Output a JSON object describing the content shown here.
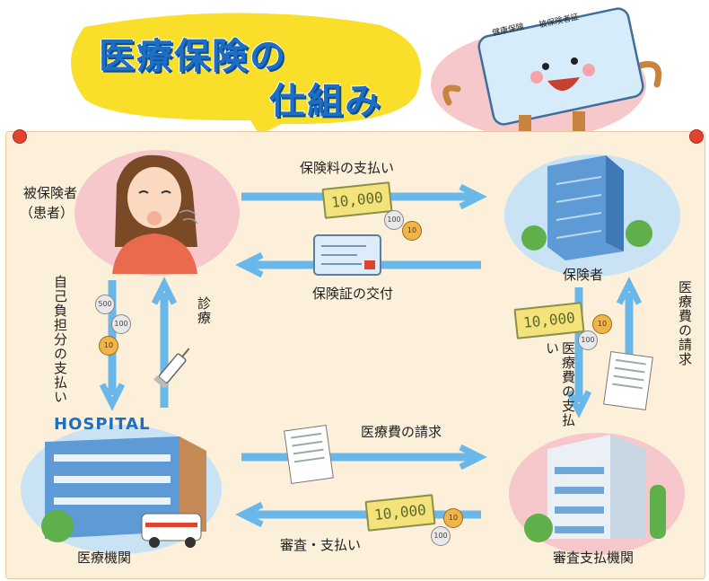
{
  "title": {
    "line1": "医療保険の",
    "line2": "仕組み"
  },
  "card": {
    "text_1": "健康保険",
    "text_2": "被保険者証"
  },
  "nodes": {
    "patient_line1": "被保険者",
    "patient_line2": "（患者）",
    "insurer": "保険者",
    "hospital_sign": "HOSPITAL",
    "medical_institution": "医療機関",
    "review_org": "審査支払機関"
  },
  "flows": {
    "premium_payment": "保険料の支払い",
    "card_issue": "保険証の交付",
    "copay": "自己負担分の支払い",
    "treatment": "診療",
    "claim_to_insurer": "医療費の請求",
    "payment_to_review": "医療費の支払い",
    "claim_to_review": "医療費の請求",
    "review_payment": "審査・支払い"
  },
  "money": {
    "bill": "10,000",
    "coin_500": "500",
    "coin_100": "100",
    "coin_10": "10"
  },
  "colors": {
    "arrow": "#6ab8ea",
    "title": "#1c6fc4",
    "bubble": "#f9de2a",
    "board": "#fdf0da",
    "pink_blob": "#f6c8cc",
    "blue_blob": "#c9e3f5"
  }
}
